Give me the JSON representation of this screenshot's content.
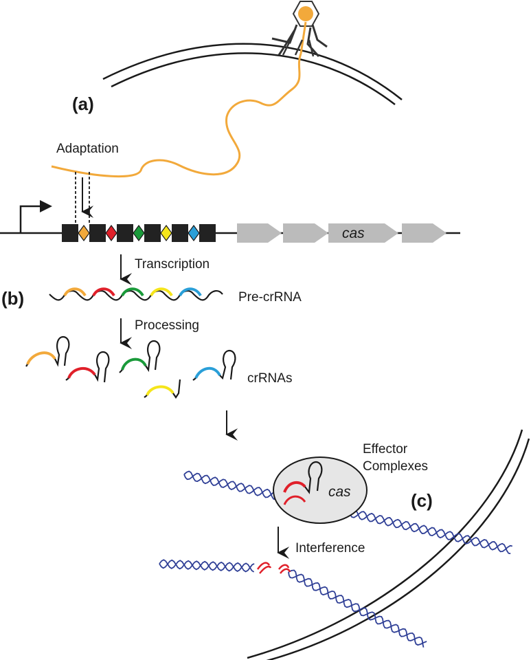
{
  "panels": {
    "a": "(a)",
    "b": "(b)",
    "c": "(c)"
  },
  "labels": {
    "adaptation": "Adaptation",
    "transcription": "Transcription",
    "pre_crrna": "Pre-crRNA",
    "processing": "Processing",
    "crrnas": "crRNAs",
    "effector_line1": "Effector",
    "effector_line2": "Complexes",
    "interference": "Interference",
    "cas_gene": "cas",
    "cas_complex": "cas"
  },
  "colors": {
    "phage": "#f2a93b",
    "repeat": "#222222",
    "cas_gene": "#bbbbbb",
    "dna_helix": "#2f3f96",
    "effector_fill": "#e6e6e6",
    "spacers": [
      "#f2a93b",
      "#e0202a",
      "#1a9a3a",
      "#f5e51b",
      "#2a9fd8"
    ]
  }
}
